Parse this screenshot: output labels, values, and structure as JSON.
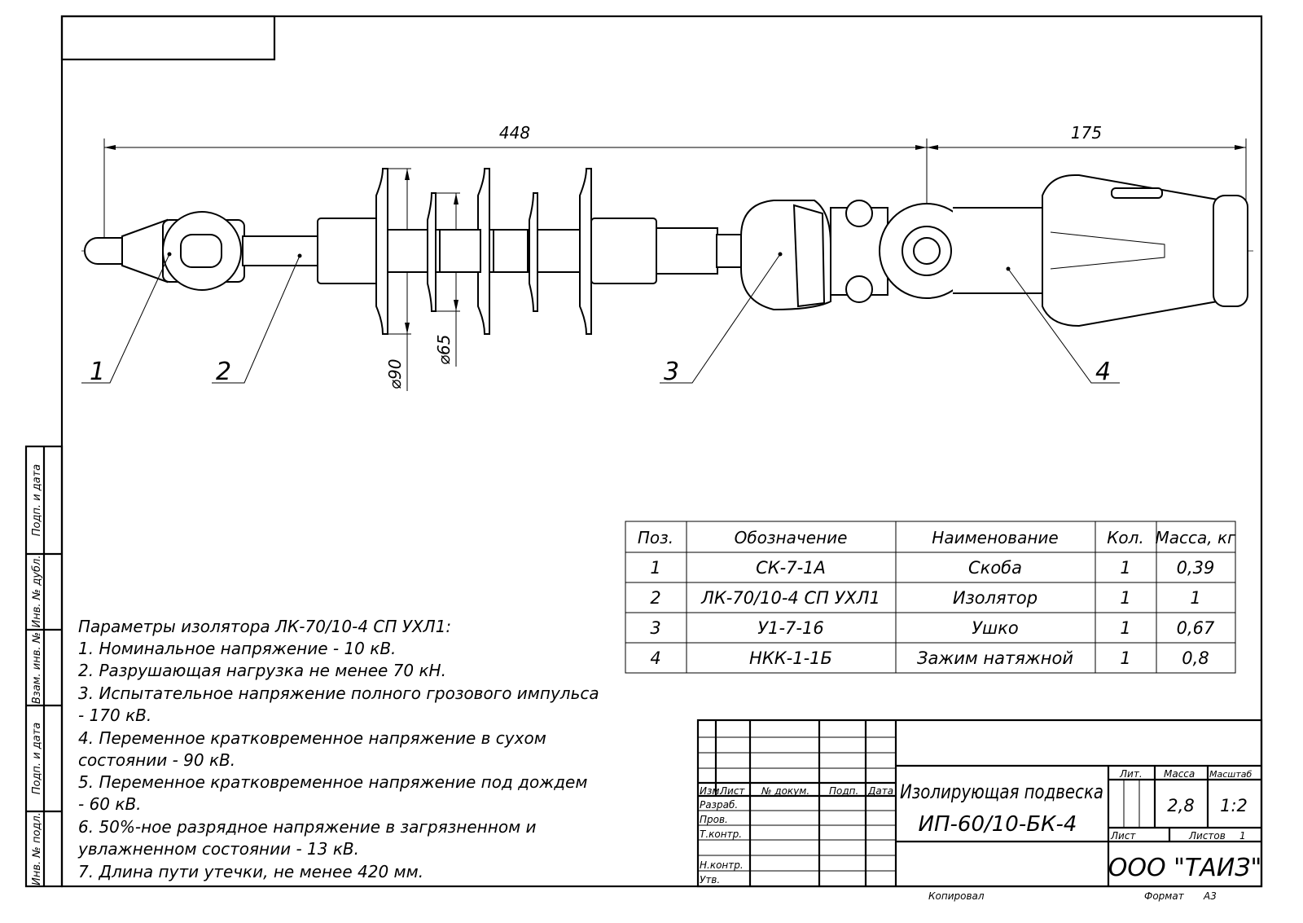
{
  "dimensions": {
    "overall": "448",
    "right": "175",
    "dia_large": "⌀90",
    "dia_small": "⌀65"
  },
  "callouts": [
    "1",
    "2",
    "3",
    "4"
  ],
  "parts_table": {
    "headers": [
      "Поз.",
      "Обозначение",
      "Наименование",
      "Кол.",
      "Масса, кг"
    ],
    "rows": [
      [
        "1",
        "СК-7-1А",
        "Скоба",
        "1",
        "0,39"
      ],
      [
        "2",
        "ЛК-70/10-4 СП УХЛ1",
        "Изолятор",
        "1",
        "1"
      ],
      [
        "3",
        "У1-7-16",
        "Ушко",
        "1",
        "0,67"
      ],
      [
        "4",
        "НКК-1-1Б",
        "Зажим натяжной",
        "1",
        "0,8"
      ]
    ]
  },
  "notes": [
    "Параметры изолятора ЛК-70/10-4 СП УХЛ1:",
    "1. Номинальное напряжение - 10 кВ.",
    "2. Разрушающая нагрузка не менее 70 кН.",
    "3. Испытательное напряжение полного грозового импульса",
    "- 170 кВ.",
    "4. Переменное кратковременное напряжение  в сухом",
    "состоянии - 90 кВ.",
    "5. Переменное кратковременное напряжение под дождем",
    "- 60 кВ.",
    "6. 50%-ное разрядное напряжение в загрязненном и",
    "увлажненном состоянии - 13 кВ.",
    "7. Длина пути утечки, не менее 420 мм."
  ],
  "side_strip": [
    "Подп. и дата",
    "Инв. № дубл.",
    "Взам. инв. №",
    "Подп. и дата",
    "Инв. № подл."
  ],
  "title_block": {
    "col_headers": [
      "Изм.",
      "Лист",
      "№ докум.",
      "Подп.",
      "Дата"
    ],
    "roles": [
      "Разраб.",
      "Пров.",
      "Т.контр.",
      "Н.контр.",
      "Утв."
    ],
    "title_line1": "Изолирующая подвеска",
    "title_line2": "ИП-60/10-БК-4",
    "lit_label": "Лит.",
    "mass_label": "Масса",
    "scale_label": "Масштаб",
    "mass_value": "2,8",
    "scale_value": "1:2",
    "sheet_label": "Лист",
    "sheets_label": "Листов",
    "sheets_value": "1",
    "company": "ООО \"ТАИЗ\"",
    "copied": "Копировал",
    "format_label": "Формат",
    "format_value": "А3"
  }
}
